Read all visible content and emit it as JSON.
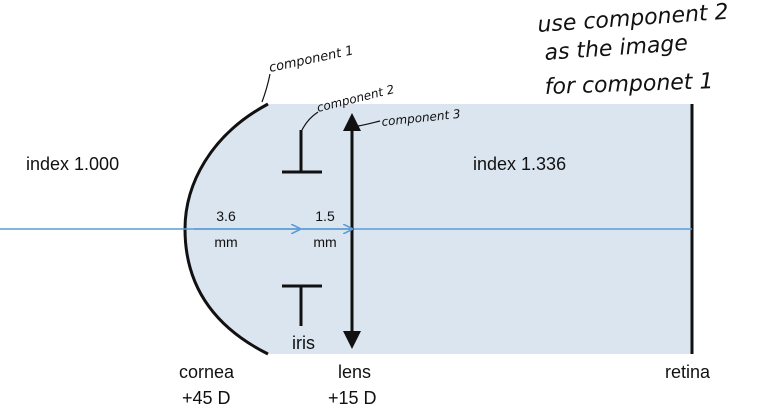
{
  "handwritten_note": [
    "use component 2",
    "as the image",
    "for componet 1"
  ],
  "component_labels": {
    "component_1": "component 1",
    "component_2": "component 2",
    "component_3": "component 3"
  },
  "regions": {
    "outside_index": "index 1.000",
    "inside_index": "index 1.336"
  },
  "distances": {
    "cornea_to_iris": {
      "value": "3.6",
      "unit": "mm"
    },
    "iris_to_lens": {
      "value": "1.5",
      "unit": "mm"
    }
  },
  "parts": {
    "cornea": {
      "name": "cornea",
      "power": "+45 D"
    },
    "lens": {
      "name": "lens",
      "power": "+15 D"
    },
    "iris": {
      "name": "iris"
    },
    "retina": {
      "name": "retina"
    }
  },
  "colors": {
    "eye_fill": "#dbe5ef",
    "optical_axis": "#5b9bd5",
    "outline": "#111111"
  }
}
